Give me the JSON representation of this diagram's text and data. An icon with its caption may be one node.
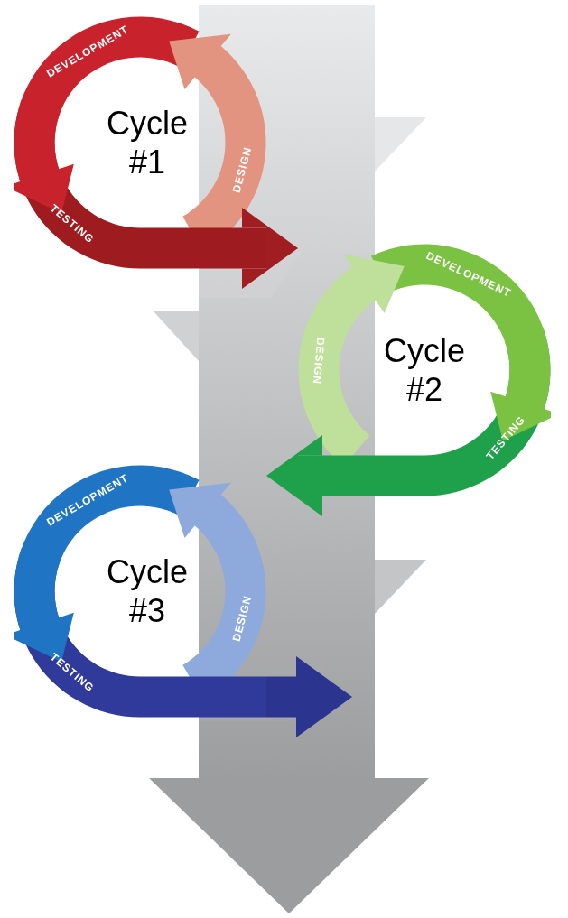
{
  "diagram": {
    "nodes": [
      {
        "text": [
          "DEVELOPMENT",
          "Cycle #1",
          "DESIGN",
          "TESTING"
        ]
      },
      {
        "text": [
          "DEVELOPMENT",
          "DESIGN",
          "Cycle #2",
          "TESTING"
        ]
      },
      {
        "text": [
          "DEVELOPMENT",
          "Cycle #3",
          "DESIGN",
          "TESTING"
        ]
      }
    ],
    "edges": [
      {
        "from": 0,
        "to": 1,
        "arrow": "to",
        "style": "thick",
        "color": "#a01d22"
      },
      {
        "from": 1,
        "to": 2,
        "arrow": "to",
        "style": "thick",
        "color": "#1fa04a"
      },
      {
        "from": 2,
        "to": null,
        "arrow": "to",
        "style": "thick",
        "color": "#2b3590"
      }
    ]
  }
}
